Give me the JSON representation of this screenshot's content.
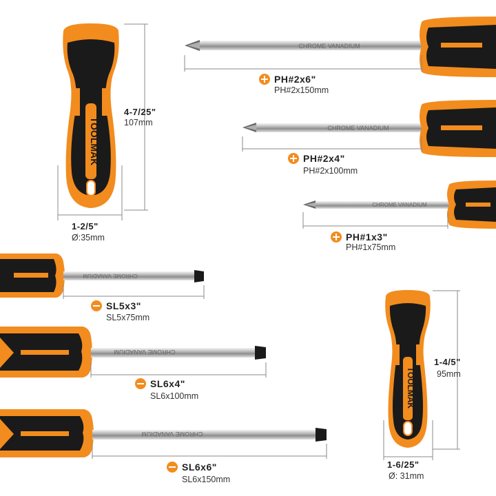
{
  "brand": {
    "logo": "TOOLMAK",
    "shaft_print": "CHROME VANADIUM",
    "colors": {
      "orange": "#f28c1e",
      "black": "#1a1a1a",
      "steel": "#c8c8c8"
    }
  },
  "dimensions": {
    "large_handle": {
      "length_in": "4-7/25\"",
      "length_mm": "107mm",
      "diameter_in": "1-2/5\"",
      "diameter_mm": "Ø:35mm"
    },
    "small_handle": {
      "length_in": "1-4/5\"",
      "length_mm": "95mm",
      "diameter_in": "1-6/25\"",
      "diameter_mm": "Ø: 31mm"
    }
  },
  "phillips": [
    {
      "size": "PH#2x6\"",
      "metric": "PH#2x150mm",
      "icon": "plus-icon"
    },
    {
      "size": "PH#2x4\"",
      "metric": "PH#2x100mm",
      "icon": "plus-icon"
    },
    {
      "size": "PH#1x3\"",
      "metric": "PH#1x75mm",
      "icon": "plus-icon"
    }
  ],
  "slotted": [
    {
      "size": "SL5x3\"",
      "metric": "SL5x75mm",
      "icon": "minus-icon"
    },
    {
      "size": "SL6x4\"",
      "metric": "SL6x100mm",
      "icon": "minus-icon"
    },
    {
      "size": "SL6x6\"",
      "metric": "SL6x150mm",
      "icon": "minus-icon"
    }
  ]
}
